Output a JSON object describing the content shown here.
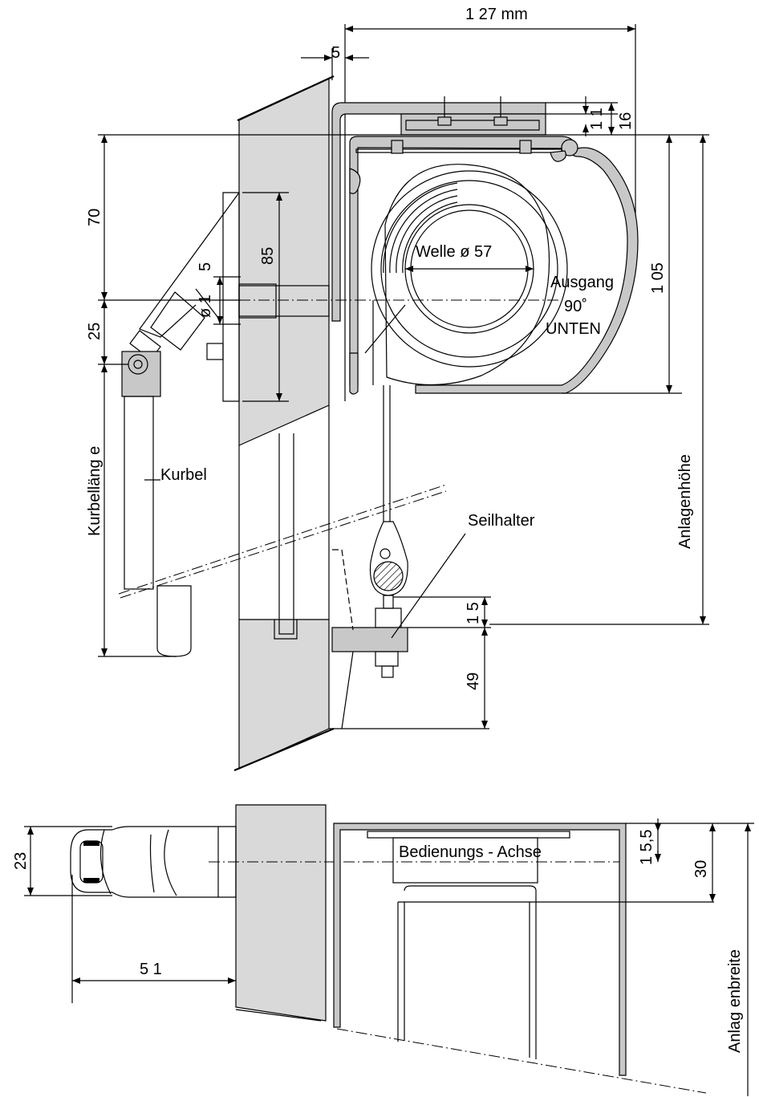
{
  "side_view": {
    "dim_width": "1 27 mm",
    "dim_5": "5",
    "dim_11": "1 1",
    "dim_16": "16",
    "dim_70": "70",
    "dim_85": "85",
    "dim_5_small": "5",
    "dim_d1": "ø 1",
    "dim_25": "25",
    "dim_105": "1 05",
    "dim_15": "1 5",
    "dim_49": "49",
    "label_kurbellaenge": "Kurbelläng e",
    "label_kurbel": "Kurbel",
    "label_welle": "Welle ø 57",
    "label_ausgang": "Ausgang",
    "label_90": "90˚",
    "label_unten": "UNTEN",
    "label_seilhalter": "Seilhalter",
    "label_anlagenhoehe": "Anlagenhöhe"
  },
  "top_view": {
    "dim_23": "23",
    "dim_51": "5 1",
    "dim_15_5": "1 5,5",
    "dim_30": "30",
    "label_bedienungsachse": "Bedienungs - Achse",
    "label_anlagenbreite": "Anlag enbreite"
  }
}
